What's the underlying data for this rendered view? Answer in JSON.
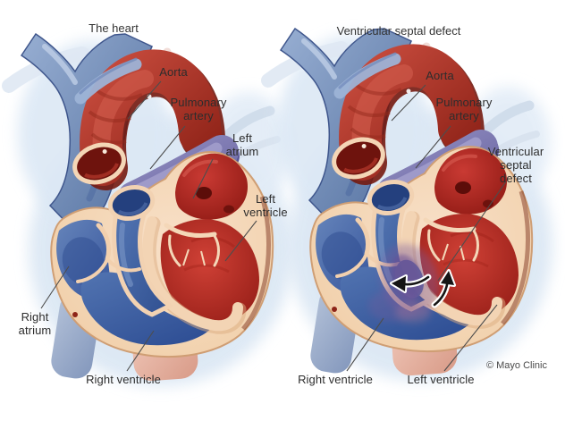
{
  "figure": {
    "type": "medical-illustration",
    "subject": "Comparison of a normal heart and a heart with a ventricular septal defect",
    "panels": [
      {
        "id": "normal-heart",
        "title": "The heart",
        "labels": {
          "aorta": "Aorta",
          "pulmonary_artery": "Pulmonary\nartery",
          "left_atrium": "Left\natrium",
          "left_ventricle": "Left\nventricle",
          "right_atrium": "Right\natrium",
          "right_ventricle": "Right ventricle"
        }
      },
      {
        "id": "vsd-heart",
        "title": "Ventricular septal defect",
        "labels": {
          "aorta": "Aorta",
          "pulmonary_artery": "Pulmonary\nartery",
          "ventricular_septal_defect": "Ventricular\nseptal\ndefect",
          "right_ventricle": "Right ventricle",
          "left_ventricle": "Left ventricle"
        }
      }
    ],
    "credit": "© Mayo Clinic",
    "icons": {
      "shunt_arrows": "curved-flow-arrows"
    },
    "colors": {
      "background": "#ffffff",
      "arterial_red": "#b5352a",
      "deep_red": "#8c1812",
      "venous_blue": "#5574ae",
      "deep_blue": "#2e4e94",
      "pulmonary_purple": "#7a76b0",
      "wall_cream": "#f3d4b4",
      "defect_purple": "#7a5c9c",
      "glow_blue": "#d8e5f3",
      "label_text": "#2d2d2d",
      "leader_line": "#4d4d4d"
    }
  }
}
